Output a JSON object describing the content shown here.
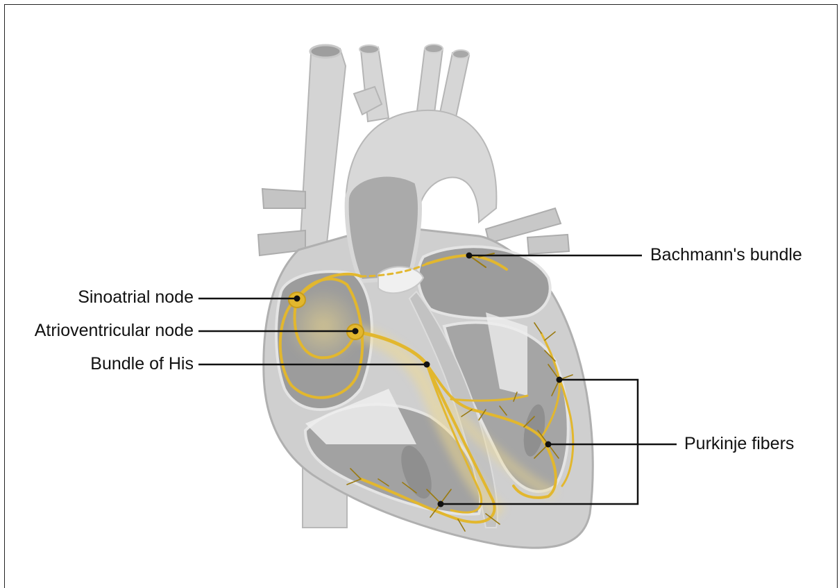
{
  "diagram": {
    "labels": {
      "bachmann": "Bachmann's bundle",
      "sinoatrial": "Sinoatrial node",
      "atrioventricular": "Atrioventricular node",
      "bundle_his": "Bundle of His",
      "purkinje": "Purkinje fibers"
    },
    "colors": {
      "tissue_light": "#d9d9d9",
      "tissue_mid": "#bdbdbd",
      "tissue_dark": "#9e9e9e",
      "conduction": "#e2b72e",
      "conduction_dark": "#9a7a10",
      "glow": "#f3dc8a",
      "leader": "#111111"
    }
  }
}
